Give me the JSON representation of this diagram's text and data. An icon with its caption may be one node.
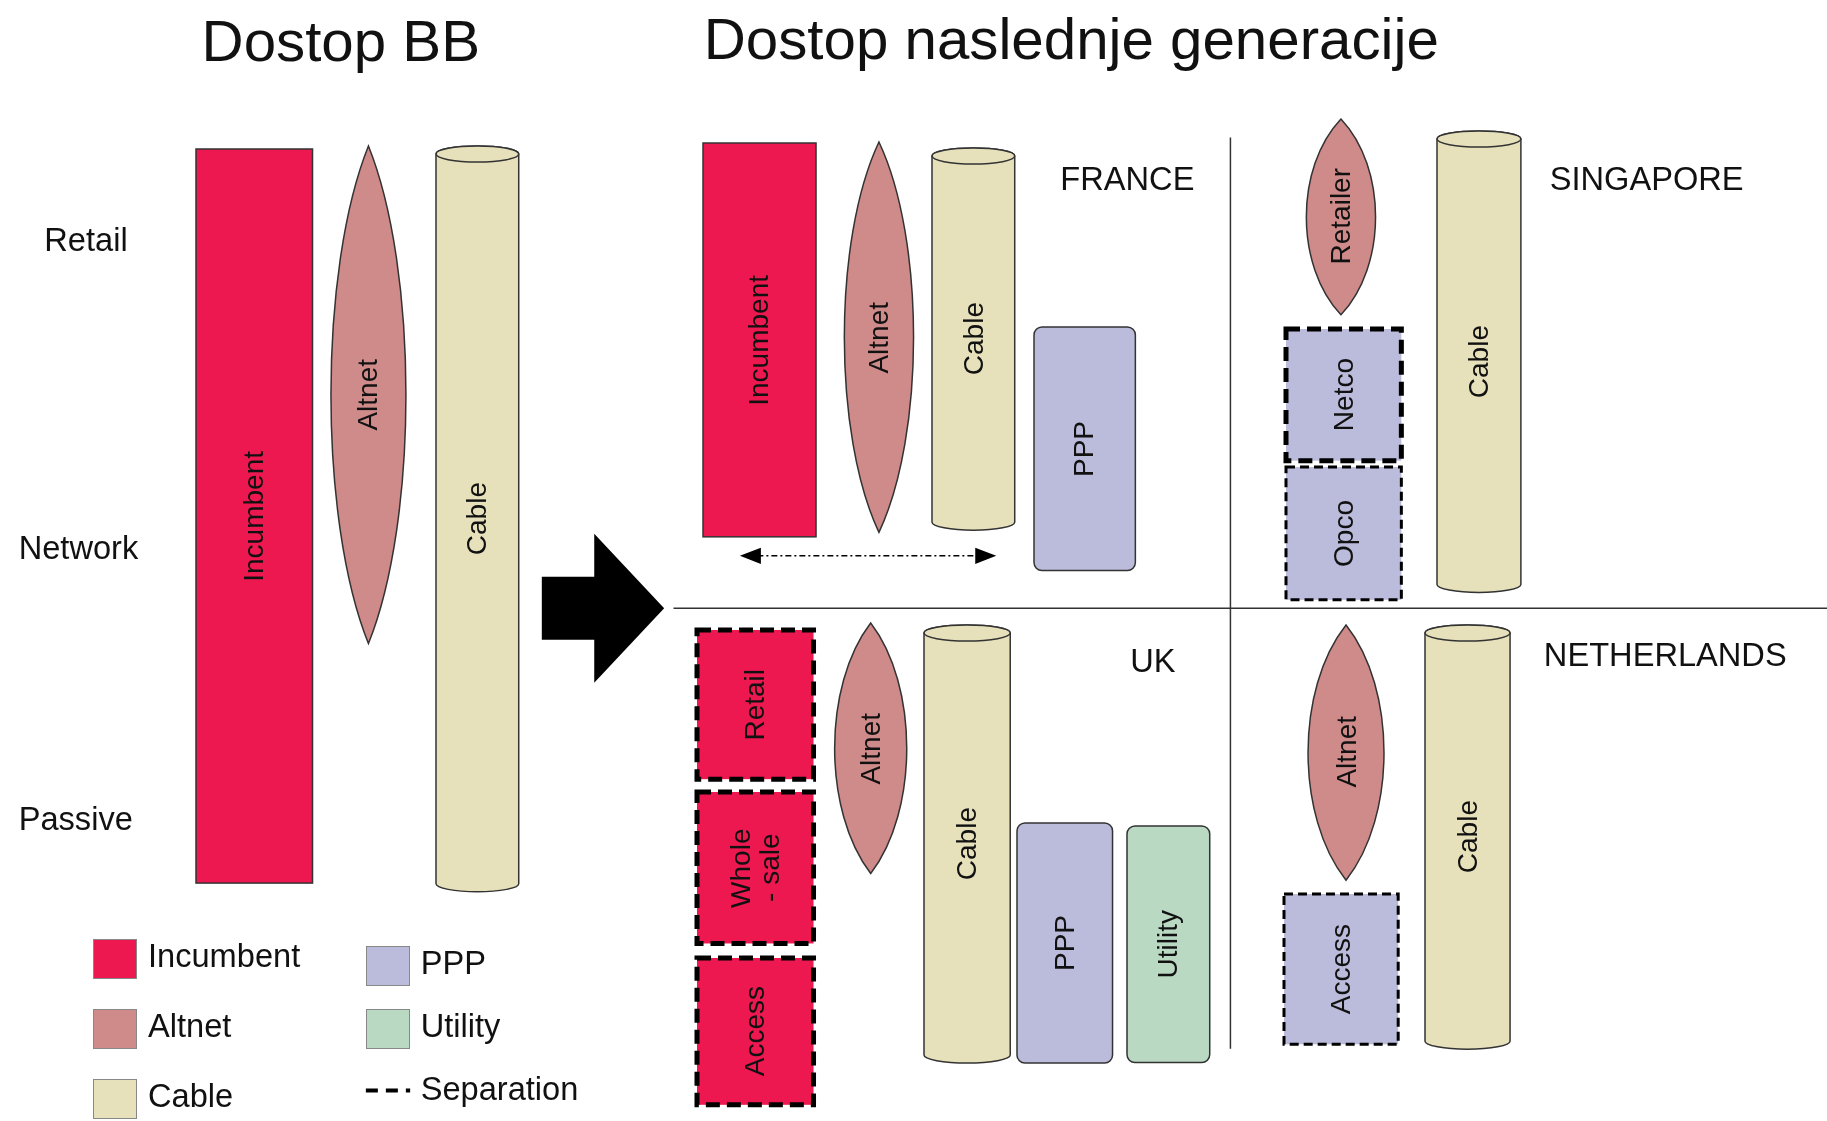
{
  "diagram": {
    "nodes": [
      {
        "text": [
          "Incumbent"
        ]
      },
      {
        "text": [
          "Altnet"
        ]
      },
      {
        "text": [
          "Cable"
        ]
      },
      {
        "text": [
          "Incumbent"
        ]
      },
      {
        "text": [
          "Altnet"
        ]
      },
      {
        "text": [
          "Cable"
        ]
      },
      {
        "text": [
          "PPP"
        ]
      },
      {
        "text": [
          "Retailer"
        ]
      },
      {
        "text": [
          "Netco"
        ]
      },
      {
        "text": [
          "Opco"
        ]
      },
      {
        "text": [
          "Cable"
        ]
      },
      {
        "text": [
          "Retail"
        ]
      },
      {
        "text": [
          "Whole - sale"
        ]
      },
      {
        "text": [
          "Access"
        ]
      },
      {
        "text": [
          "Altnet"
        ]
      },
      {
        "text": [
          "Cable"
        ]
      },
      {
        "text": [
          "PPP"
        ]
      },
      {
        "text": [
          "Utility"
        ]
      },
      {
        "text": [
          "Altnet"
        ]
      },
      {
        "text": [
          "Access"
        ]
      },
      {
        "text": [
          "Cable"
        ]
      }
    ],
    "edges": [
      {
        "from": 2,
        "to": 11,
        "arrow": "to",
        "style": "thick"
      }
    ],
    "labels": [
      "Dostop BB",
      "Dostop naslednje generacije",
      "Retail",
      "Network",
      "Passive",
      "FRANCE",
      "SINGAPORE",
      "UK",
      "NETHERLANDS"
    ],
    "legend": [
      {
        "text": "Incumbent",
        "color": "#ee1850"
      },
      {
        "text": "Altnet",
        "color": "#cf8a8a"
      },
      {
        "text": "Cable",
        "color": "#e6e0bb"
      },
      {
        "text": "PPP",
        "color": "#bbbbdb"
      },
      {
        "text": "Utility",
        "color": "#b9d9c3"
      },
      {
        "text": "Separation"
      }
    ]
  }
}
